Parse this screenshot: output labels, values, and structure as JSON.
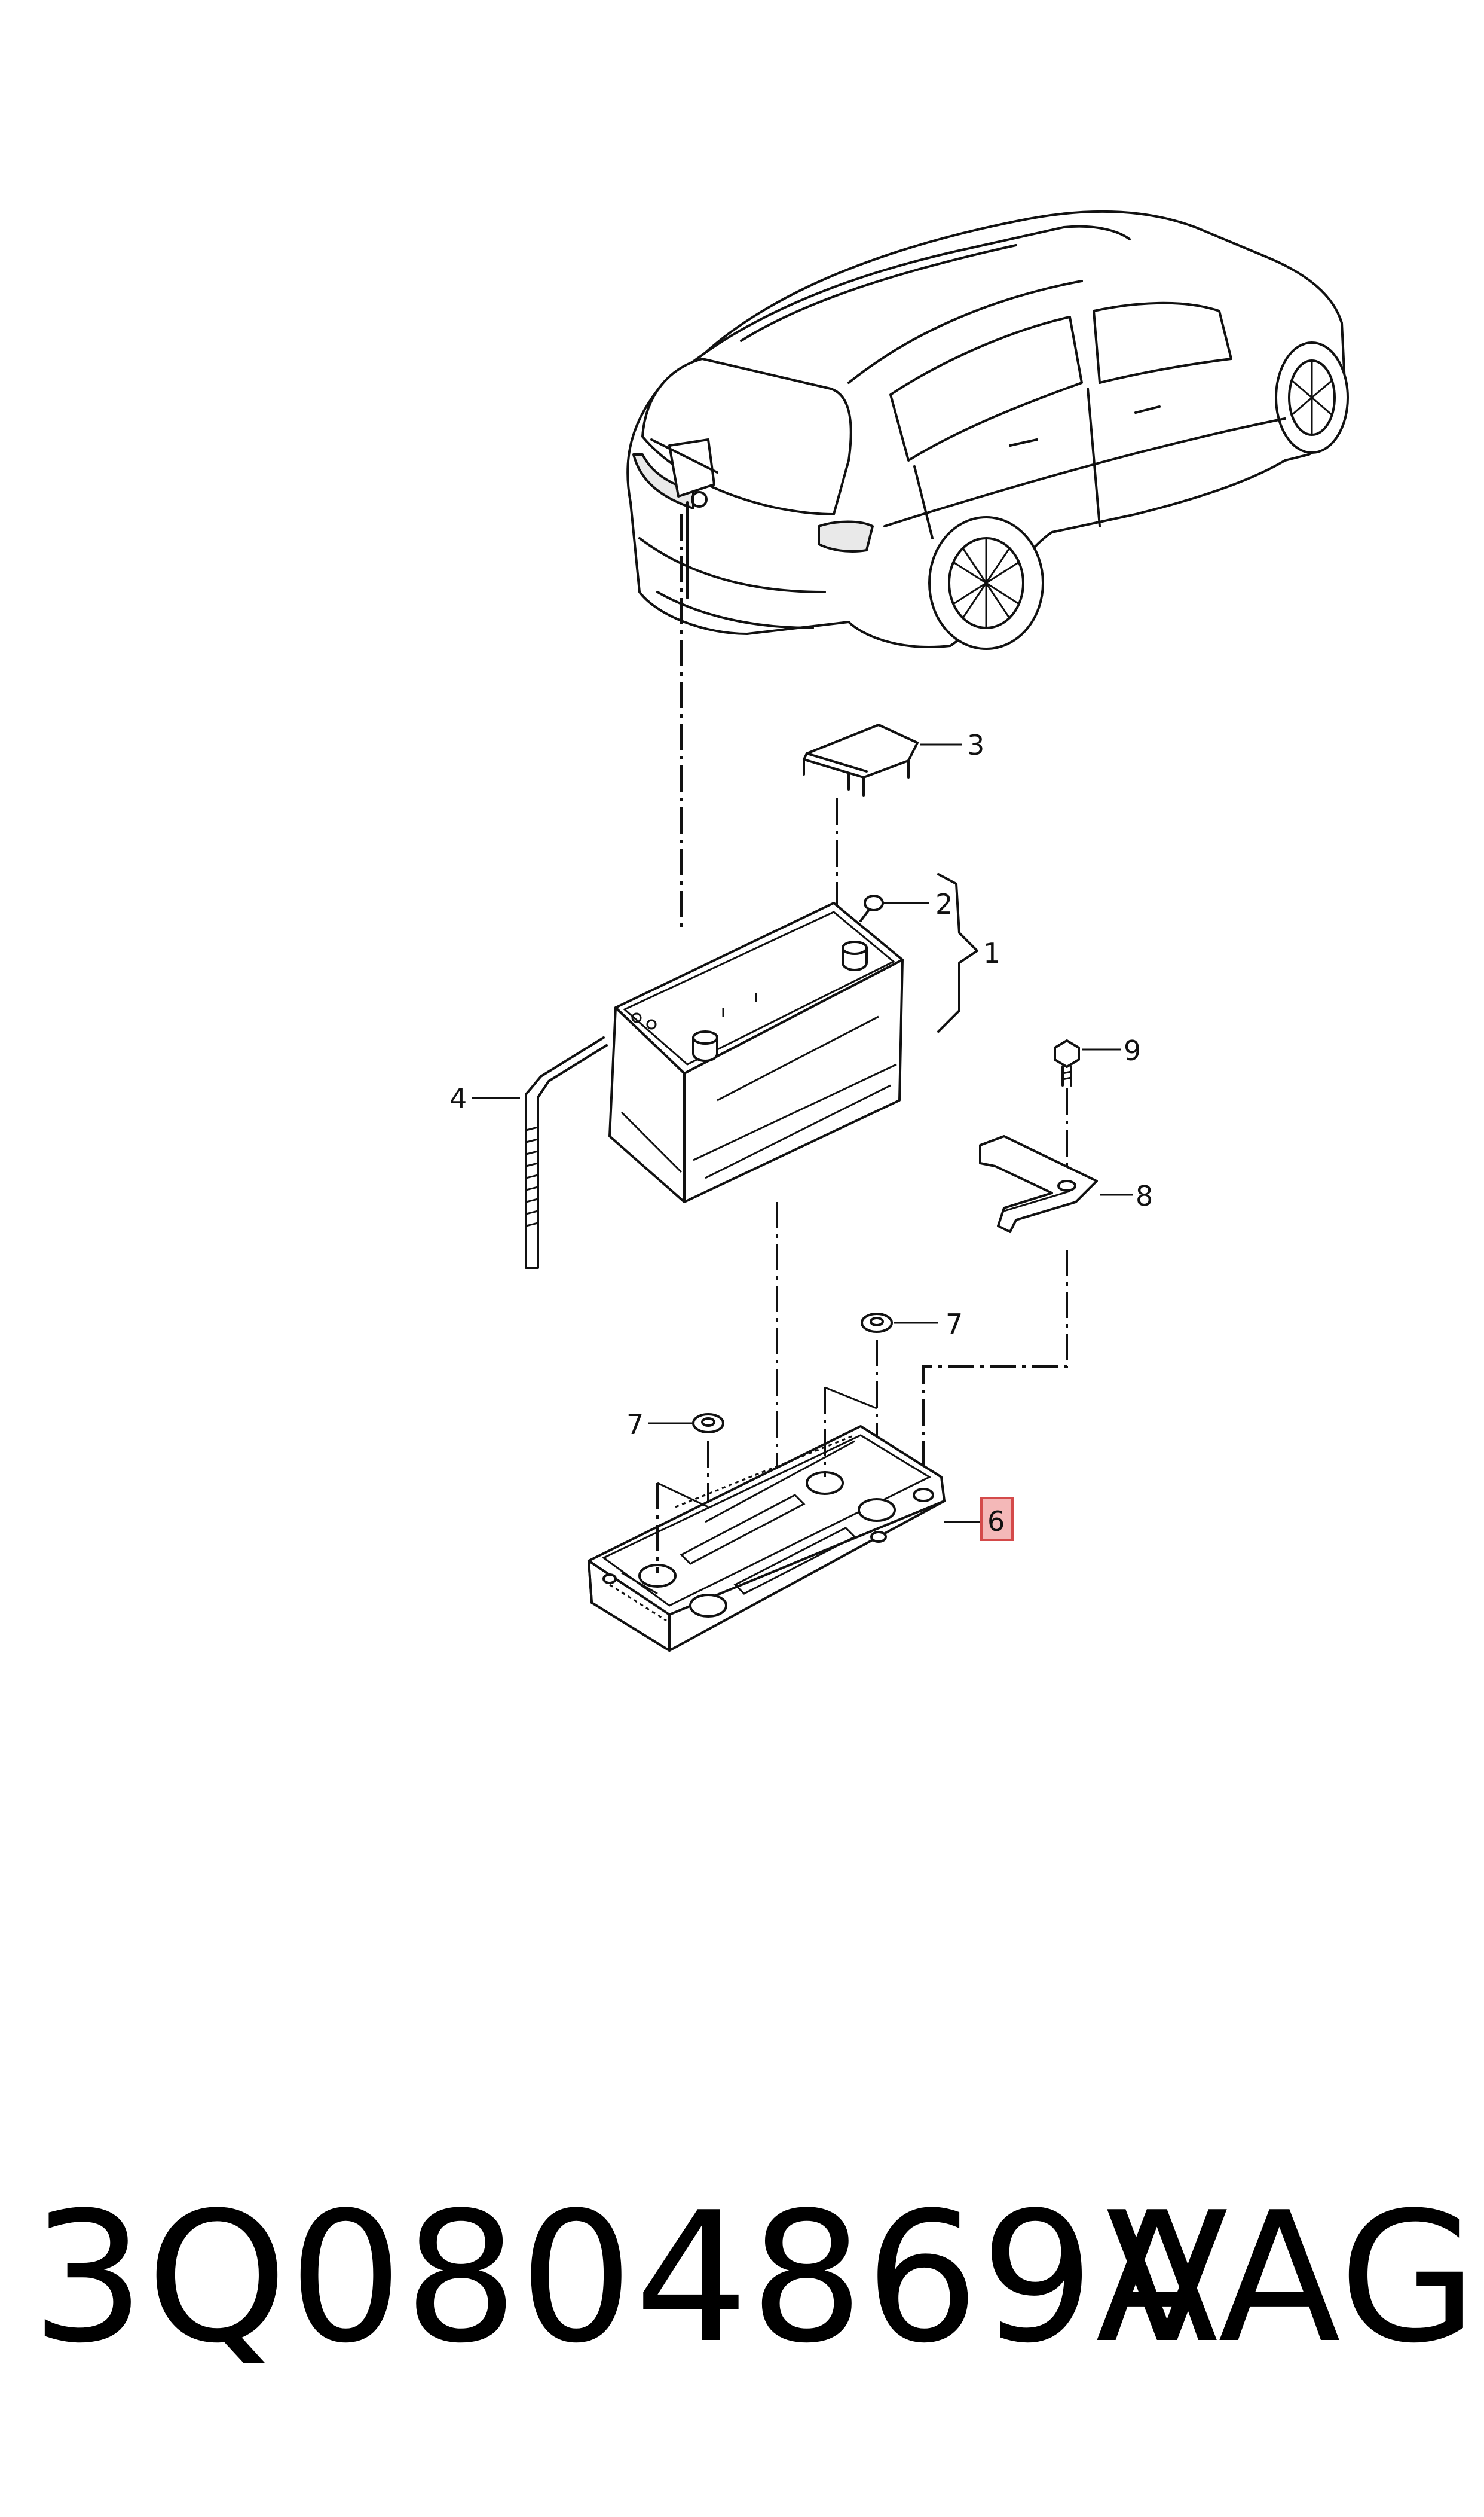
{
  "diagram": {
    "callouts": [
      {
        "id": "1",
        "label": "1"
      },
      {
        "id": "2",
        "label": "2"
      },
      {
        "id": "3",
        "label": "3"
      },
      {
        "id": "4",
        "label": "4"
      },
      {
        "id": "6",
        "label": "6",
        "highlighted": true
      },
      {
        "id": "7a",
        "label": "7"
      },
      {
        "id": "7b",
        "label": "7"
      },
      {
        "id": "8",
        "label": "8"
      },
      {
        "id": "9",
        "label": "9"
      }
    ],
    "highlight_color": "#f4b8b8",
    "highlight_border": "#d44a4a"
  },
  "footer": {
    "part_number": "3Q0804869A",
    "brand": "VAG"
  }
}
